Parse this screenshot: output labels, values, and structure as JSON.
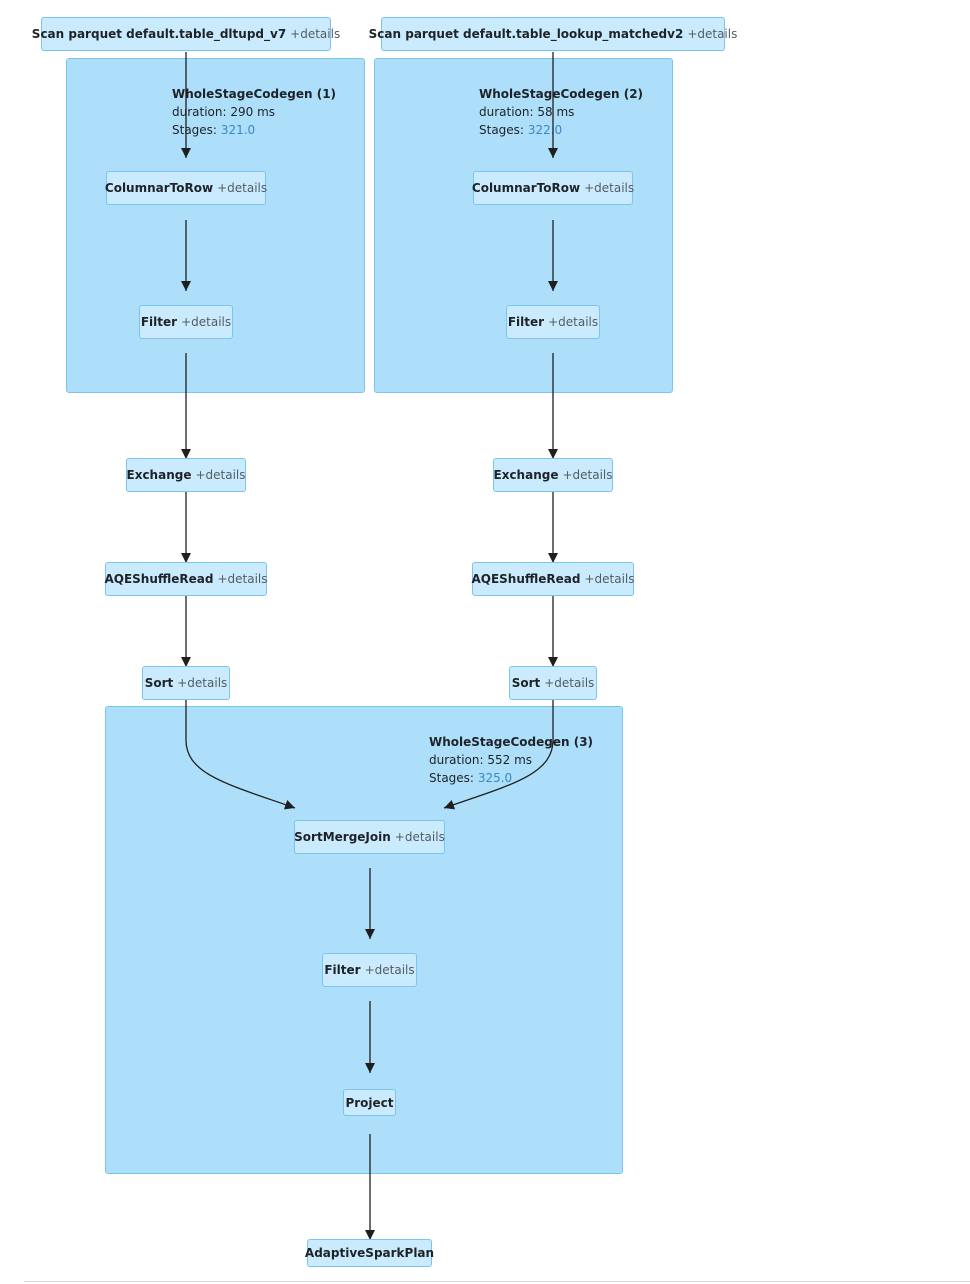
{
  "details_label": "+details",
  "clusters": {
    "c1": {
      "title": "WholeStageCodegen (1)",
      "duration": "duration: 290 ms",
      "stages_label": "Stages:",
      "stages_value": "321.0"
    },
    "c2": {
      "title": "WholeStageCodegen (2)",
      "duration": "duration: 58 ms",
      "stages_label": "Stages:",
      "stages_value": "322.0"
    },
    "c3": {
      "title": "WholeStageCodegen (3)",
      "duration": "duration: 552 ms",
      "stages_label": "Stages:",
      "stages_value": "325.0"
    }
  },
  "nodes": {
    "scan_left": "Scan parquet default.table_dltupd_v7",
    "scan_right": "Scan parquet default.table_lookup_matchedv2",
    "columnar_left": "ColumnarToRow",
    "columnar_right": "ColumnarToRow",
    "filter_left": "Filter",
    "filter_right": "Filter",
    "exchange_left": "Exchange",
    "exchange_right": "Exchange",
    "aqe_left": "AQEShuffleRead",
    "aqe_right": "AQEShuffleRead",
    "sort_left": "Sort",
    "sort_right": "Sort",
    "smj": "SortMergeJoin",
    "filter_join": "Filter",
    "project": "Project",
    "adaptive": "AdaptiveSparkPlan"
  }
}
